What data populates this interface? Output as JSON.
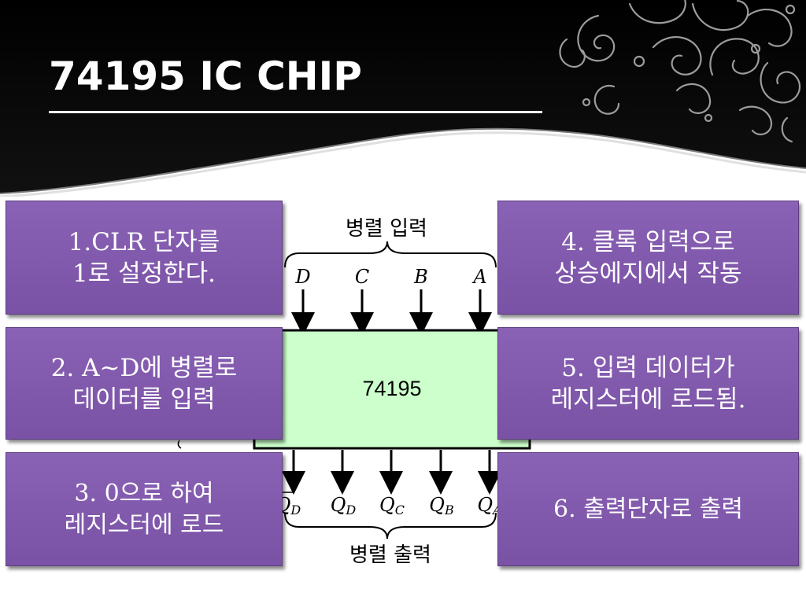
{
  "slide": {
    "title": "74195 IC CHIP"
  },
  "diagram": {
    "chip_label": "74195",
    "parallel_input_label": "병렬 입력",
    "parallel_output_label": "병렬 출력",
    "inputs": [
      "D",
      "C",
      "B",
      "A"
    ],
    "outputs": [
      {
        "letter": "Q",
        "sub": "D"
      },
      {
        "letter": "Q",
        "sub": "D"
      },
      {
        "letter": "Q",
        "sub": "C"
      },
      {
        "letter": "Q",
        "sub": "B"
      },
      {
        "letter": "Q",
        "sub": "A"
      }
    ]
  },
  "callouts": [
    {
      "lines": [
        "1.CLR 단자를",
        "1로 설정한다."
      ]
    },
    {
      "lines": [
        "2. A~D에 병렬로",
        "데이터를 입력"
      ]
    },
    {
      "lines": [
        "3. 0으로 하여",
        "레지스터에 로드"
      ]
    },
    {
      "lines": [
        "4. 클록 입력으로",
        "상승에지에서 작동"
      ]
    },
    {
      "lines": [
        "5. 입력 데이터가",
        "레지스터에 로드됨."
      ]
    },
    {
      "lines": [
        "6. 출력단자로 출력"
      ]
    }
  ],
  "colors": {
    "callout_fill": "#7e57a8",
    "chip_fill": "#ccffcc",
    "banner": "#000000"
  }
}
